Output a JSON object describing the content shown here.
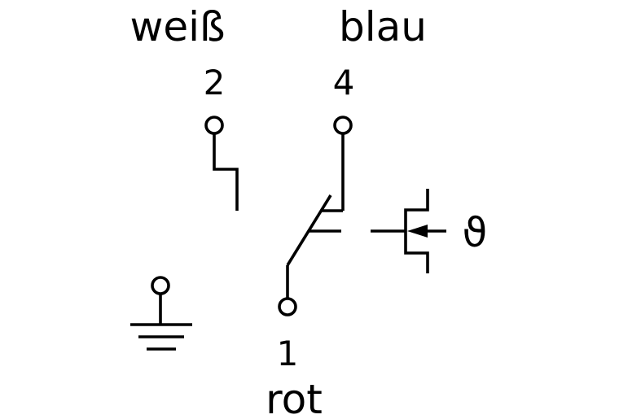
{
  "terminals": [
    {
      "pin": "2",
      "wire": "weiß"
    },
    {
      "pin": "4",
      "wire": "blau"
    },
    {
      "pin": "1",
      "wire": "rot"
    }
  ],
  "temperature_symbol": "ϑ",
  "colors": {
    "line": "#000000",
    "background": "#ffffff"
  }
}
